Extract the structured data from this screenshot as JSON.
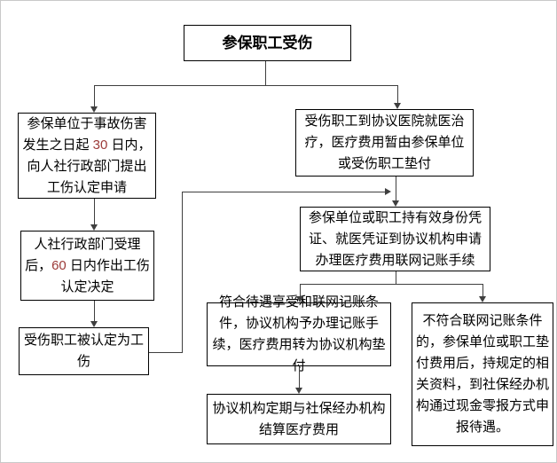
{
  "diagram": {
    "type": "flowchart",
    "colors": {
      "box_fill": "#ffffff",
      "box_border": "#000000",
      "connector": "#3f3f3f",
      "text": "#000000",
      "number_highlight": "#9c3a38"
    },
    "nodes": {
      "start": {
        "text": "参保职工受伤"
      },
      "apply": {
        "pre": "参保单位于事故伤害发生之日起 ",
        "num": "30",
        "post": " 日内，向人社行政部门提出工伤认定申请"
      },
      "decision": {
        "pre": "人社行政部门受理后，",
        "num": "60",
        "post": " 日内作出工伤认定决定"
      },
      "recognized": {
        "text": "受伤职工被认定为工伤"
      },
      "treatment": {
        "text": "受伤职工到协议医院就医治疗，医疗费用暂由参保单位或受伤职工垫付"
      },
      "network": {
        "text": "参保单位或职工持有效身份凭证、就医凭证到协议机构申请办理医疗费用联网记账手续"
      },
      "eligible": {
        "text": "符合待遇享受和联网记账条件，协议机构予办理记账手续，医疗费用转为协议机构垫付"
      },
      "not_eligible": {
        "text": "不符合联网记账条件的，参保单位或职工垫付费用后，持规定的相关资料，到社保经办机构通过现金零报方式申报待遇。"
      },
      "settlement": {
        "text": "协议机构定期与社保经办机构结算医疗费用"
      }
    }
  }
}
